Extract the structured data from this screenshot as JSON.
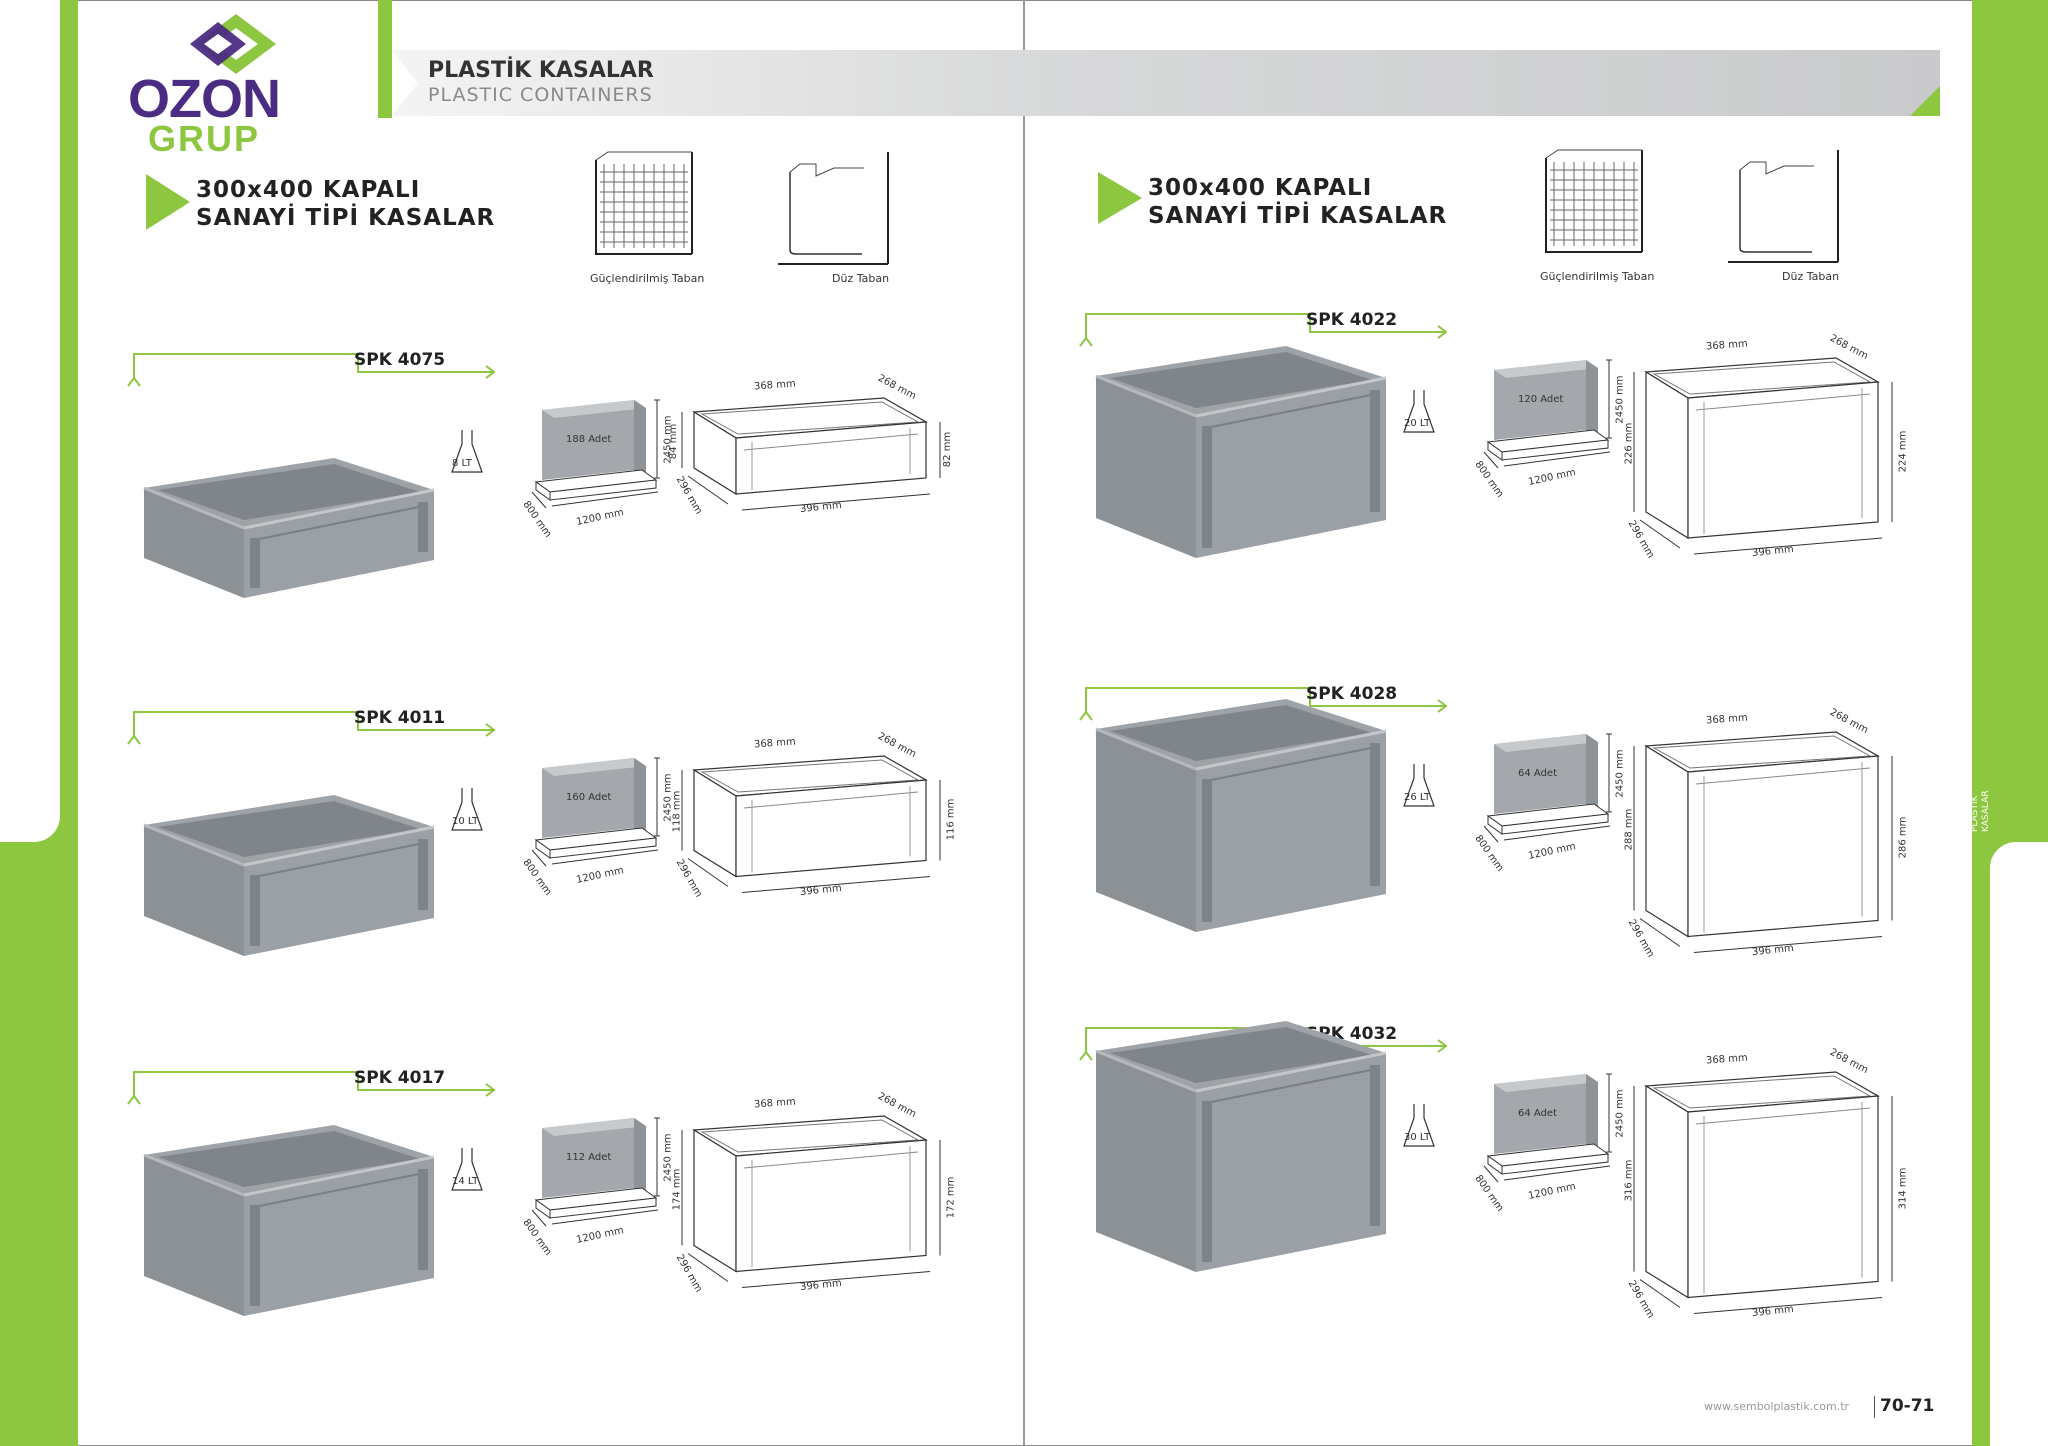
{
  "brand": {
    "name_top": "OZON",
    "name_bottom": "GRUP"
  },
  "header": {
    "title_tr": "PLASTİK KASALAR",
    "title_en": "PLASTIC CONTAINERS"
  },
  "section_title": {
    "line1": "300x400 KAPALI",
    "line2": "SANAYİ TİPİ KASALAR"
  },
  "base_types": {
    "reinforced": "Güçlendirilmiş Taban",
    "flat": "Düz Taban"
  },
  "products_left": [
    {
      "code": "SPK 4075",
      "volume": "8 LT",
      "pallet_qty": "188 Adet",
      "pallet_height": "2450 mm",
      "pallet_depth": "800 mm",
      "pallet_width": "1200 mm",
      "top_length": "368 mm",
      "top_width": "268 mm",
      "outer_height": "84 mm",
      "inner_height": "82 mm",
      "bottom_width": "296 mm",
      "bottom_length": "396 mm"
    },
    {
      "code": "SPK 4011",
      "volume": "10 LT",
      "pallet_qty": "160 Adet",
      "pallet_height": "2450 mm",
      "pallet_depth": "800 mm",
      "pallet_width": "1200 mm",
      "top_length": "368 mm",
      "top_width": "268 mm",
      "outer_height": "118 mm",
      "inner_height": "116 mm",
      "bottom_width": "296 mm",
      "bottom_length": "396 mm"
    },
    {
      "code": "SPK 4017",
      "volume": "14 LT",
      "pallet_qty": "112 Adet",
      "pallet_height": "2450 mm",
      "pallet_depth": "800 mm",
      "pallet_width": "1200 mm",
      "top_length": "368 mm",
      "top_width": "268 mm",
      "outer_height": "174 mm",
      "inner_height": "172 mm",
      "bottom_width": "296 mm",
      "bottom_length": "396 mm"
    }
  ],
  "products_right": [
    {
      "code": "SPK 4022",
      "volume": "20 LT",
      "pallet_qty": "120 Adet",
      "pallet_height": "2450 mm",
      "pallet_depth": "800 mm",
      "pallet_width": "1200 mm",
      "top_length": "368 mm",
      "top_width": "268 mm",
      "outer_height": "226 mm",
      "inner_height": "224 mm",
      "bottom_width": "296 mm",
      "bottom_length": "396 mm"
    },
    {
      "code": "SPK 4028",
      "volume": "26 LT",
      "pallet_qty": "64 Adet",
      "pallet_height": "2450 mm",
      "pallet_depth": "800 mm",
      "pallet_width": "1200 mm",
      "top_length": "368 mm",
      "top_width": "268 mm",
      "outer_height": "288 mm",
      "inner_height": "286 mm",
      "bottom_width": "296 mm",
      "bottom_length": "396 mm"
    },
    {
      "code": "SPK 4032",
      "volume": "30 LT",
      "pallet_qty": "64 Adet",
      "pallet_height": "2450 mm",
      "pallet_depth": "800 mm",
      "pallet_width": "1200 mm",
      "top_length": "368 mm",
      "top_width": "268 mm",
      "outer_height": "316 mm",
      "inner_height": "314 mm",
      "bottom_width": "296 mm",
      "bottom_length": "396 mm"
    }
  ],
  "side_tab": {
    "line1": "PLASTİK",
    "line2": "KASALAR"
  },
  "footer": {
    "website": "www.sembolplastik.com.tr",
    "page_numbers": "70-71"
  },
  "colors": {
    "accent": "#8dc63f",
    "purple": "#4b2c83",
    "crate_gray": "#8c9196",
    "banner_gray": "#d4d5d6"
  }
}
